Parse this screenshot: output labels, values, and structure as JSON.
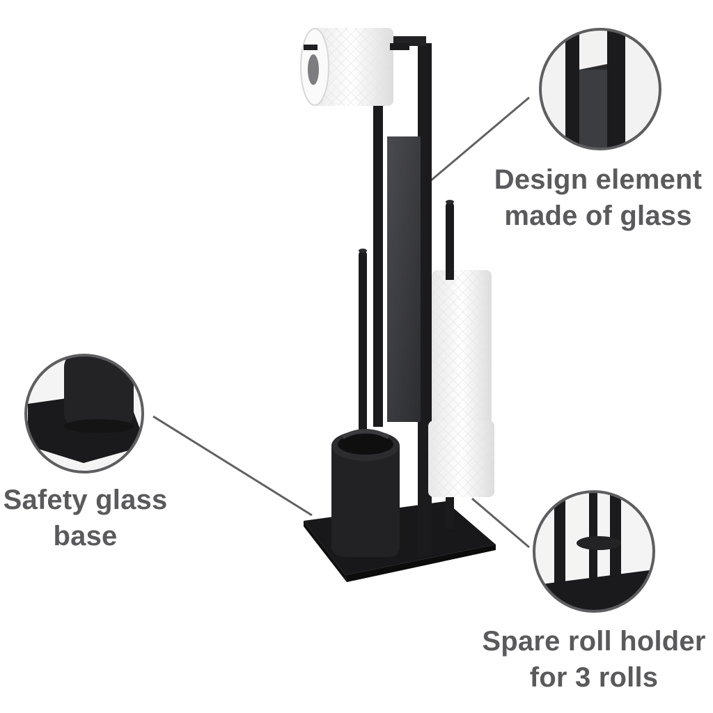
{
  "callouts": {
    "design_element": {
      "line1": "Design element",
      "line2": "made of glass"
    },
    "safety_base": {
      "line1": "Safety glass",
      "line2": "base"
    },
    "spare_holder": {
      "line1": "Spare roll holder",
      "line2": "for 3 rolls"
    }
  },
  "colors": {
    "label_text": "#5a5a5c",
    "frame_black": "#1b1b1d",
    "glass_panel": "#3a3b3e",
    "paper_white": "#f7f7f7",
    "callout_ring": "#5e5e60"
  }
}
